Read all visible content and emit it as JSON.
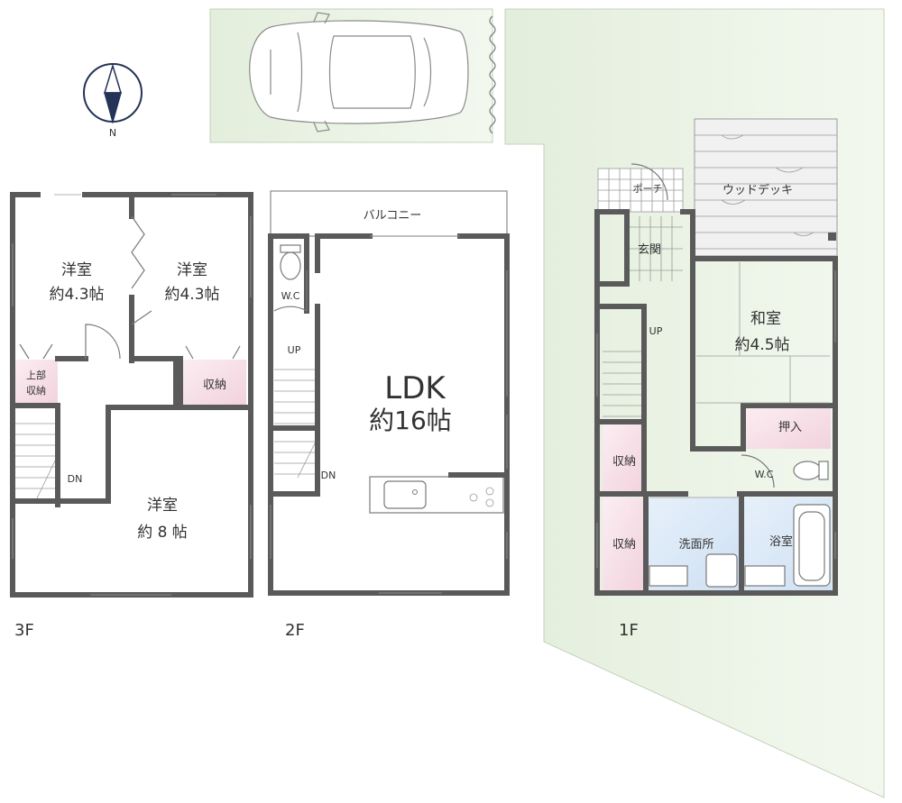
{
  "compass": {
    "north_label": "N"
  },
  "floor_labels": {
    "f3": "3F",
    "f2": "2F",
    "f1": "1F"
  },
  "rooms_3f": {
    "room_a": {
      "name": "洋室",
      "size": "約4.3帖"
    },
    "room_b": {
      "name": "洋室",
      "size": "約4.3帖"
    },
    "room_c": {
      "name": "洋室",
      "size": "約 8 帖"
    },
    "attic_storage": {
      "line1": "上部",
      "line2": "収納"
    },
    "storage": "収納",
    "stair_down": "DN"
  },
  "rooms_2f": {
    "balcony": "バルコニー",
    "ldk": {
      "name": "LDK",
      "size": "約16帖"
    },
    "wc": "W.C",
    "stair_up": "UP",
    "stair_down": "DN"
  },
  "rooms_1f": {
    "porch": "ポーチ",
    "wood_deck": "ウッドデッキ",
    "entrance": "玄関",
    "washitsu": {
      "name": "和室",
      "size": "約4.5帖"
    },
    "closet": "押入",
    "stair_up": "UP",
    "storage_upper": "収納",
    "storage_lower": "収納",
    "wc": "W.C",
    "washroom": "洗面所",
    "bathroom": "浴室"
  },
  "colors": {
    "wall": "#5a5a5a",
    "site_green": "#e8f1e2",
    "storage_pink": "#f6dde5",
    "wet_blue": "#d6e6f6",
    "deck_gray": "#eeeeee",
    "compass_navy": "#253358"
  }
}
